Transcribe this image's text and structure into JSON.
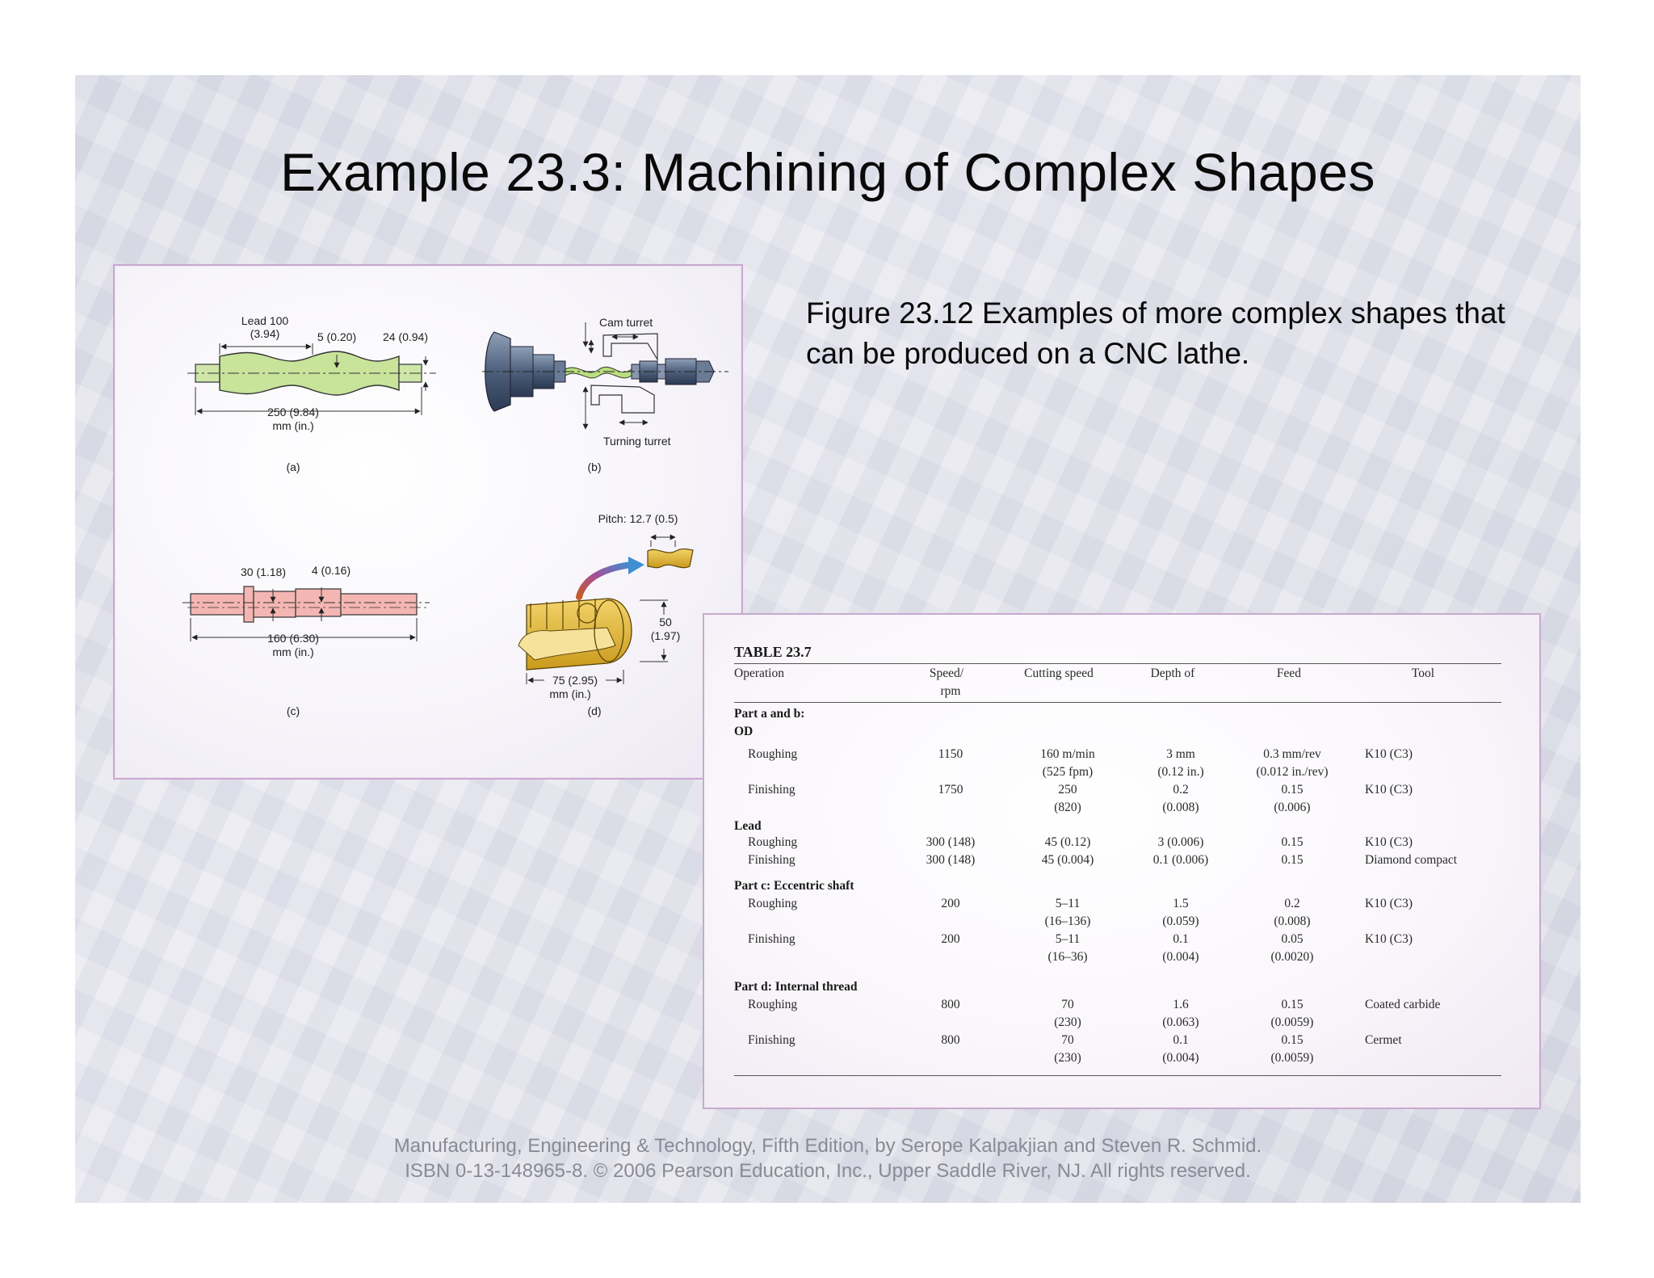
{
  "slide": {
    "title": "Example 23.3: Machining of Complex Shapes",
    "caption": "Figure 23.12  Examples of more complex shapes that can be produced on a CNC lathe.",
    "footer_line1": "Manufacturing, Engineering & Technology, Fifth Edition, by Serope Kalpakjian and Steven R. Schmid.",
    "footer_line2": "ISBN 0-13-148965-8. © 2006 Pearson Education, Inc., Upper Saddle River, NJ.  All rights reserved."
  },
  "figure": {
    "a": {
      "lead": "Lead 100",
      "lead_in": "(3.94)",
      "dim1": "5 (0.20)",
      "dim2": "24 (0.94)",
      "length": "250 (9.84)",
      "unit": "mm (in.)",
      "label": "(a)"
    },
    "b": {
      "cam_turret": "Cam turret",
      "turning_turret": "Turning turret",
      "label": "(b)"
    },
    "c": {
      "dim1": "30 (1.18)",
      "dim2": "4 (0.16)",
      "length": "160 (6.30)",
      "unit": "mm (in.)",
      "label": "(c)"
    },
    "d": {
      "pitch": "Pitch: 12.7 (0.5)",
      "height": "50",
      "height_in": "(1.97)",
      "length": "75 (2.95)",
      "unit": "mm (in.)",
      "label": "(d)"
    }
  },
  "table": {
    "title": "TABLE 23.7",
    "headers": {
      "operation": "Operation",
      "speed1": "Speed/",
      "speed2": "rpm",
      "cutting": "Cutting speed",
      "depth": "Depth of",
      "feed": "Feed",
      "tool": "Tool"
    },
    "sections": {
      "ab": "Part a and b:",
      "od": "OD",
      "lead": "Lead",
      "c": "Part c: Eccentric shaft",
      "d": "Part d: Internal thread"
    },
    "rows": [
      {
        "op": "Roughing",
        "speed": "1150",
        "cut1": "160 m/min",
        "cut2": "(525 fpm)",
        "depth1": "3 mm",
        "depth2": "(0.12 in.)",
        "feed1": "0.3 mm/rev",
        "feed2": "(0.012 in./rev)",
        "tool": "K10 (C3)"
      },
      {
        "op": "Finishing",
        "speed": "1750",
        "cut1": "250",
        "cut2": "(820)",
        "depth1": "0.2",
        "depth2": "(0.008)",
        "feed1": "0.15",
        "feed2": "(0.006)",
        "tool": "K10 (C3)"
      },
      {
        "op": "Roughing",
        "speed": "300 (148)",
        "cut1": "45 (0.12)",
        "cut2": "",
        "depth1": "3 (0.006)",
        "depth2": "",
        "feed1": "0.15",
        "feed2": "",
        "tool": "K10 (C3)"
      },
      {
        "op": "Finishing",
        "speed": "300 (148)",
        "cut1": "45 (0.004)",
        "cut2": "",
        "depth1": "0.1 (0.006)",
        "depth2": "",
        "feed1": "0.15",
        "feed2": "",
        "tool": "Diamond compact"
      },
      {
        "op": "Roughing",
        "speed": "200",
        "cut1": "5–11",
        "cut2": "(16–136)",
        "depth1": "1.5",
        "depth2": "(0.059)",
        "feed1": "0.2",
        "feed2": "(0.008)",
        "tool": "K10 (C3)"
      },
      {
        "op": "Finishing",
        "speed": "200",
        "cut1": "5–11",
        "cut2": "(16–36)",
        "depth1": "0.1",
        "depth2": "(0.004)",
        "feed1": "0.05",
        "feed2": "(0.0020)",
        "tool": "K10 (C3)"
      },
      {
        "op": "Roughing",
        "speed": "800",
        "cut1": "70",
        "cut2": "(230)",
        "depth1": "1.6",
        "depth2": "(0.063)",
        "feed1": "0.15",
        "feed2": "(0.0059)",
        "tool": "Coated carbide"
      },
      {
        "op": "Finishing",
        "speed": "800",
        "cut1": "70",
        "cut2": "(230)",
        "depth1": "0.1",
        "depth2": "(0.004)",
        "feed1": "0.15",
        "feed2": "(0.0059)",
        "tool": "Cermet"
      }
    ]
  }
}
